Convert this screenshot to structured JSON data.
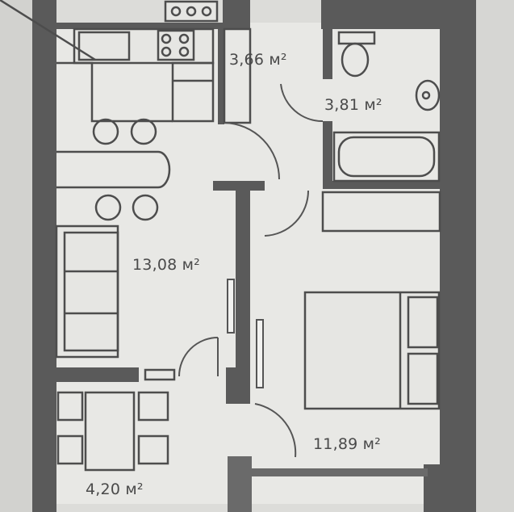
{
  "rooms": {
    "wc": {
      "area": "3,66 м²"
    },
    "bathroom": {
      "area": "3,81 м²"
    },
    "living_kitchen": {
      "area": "13,08 м²"
    },
    "bedroom": {
      "area": "11,89 м²"
    },
    "balcony": {
      "area": "4,20 м²"
    }
  },
  "colors": {
    "background": "#dcdcd9",
    "floor": "#e8e8e5",
    "wall": "#5a5a5a",
    "line": "#4d4d4d"
  }
}
